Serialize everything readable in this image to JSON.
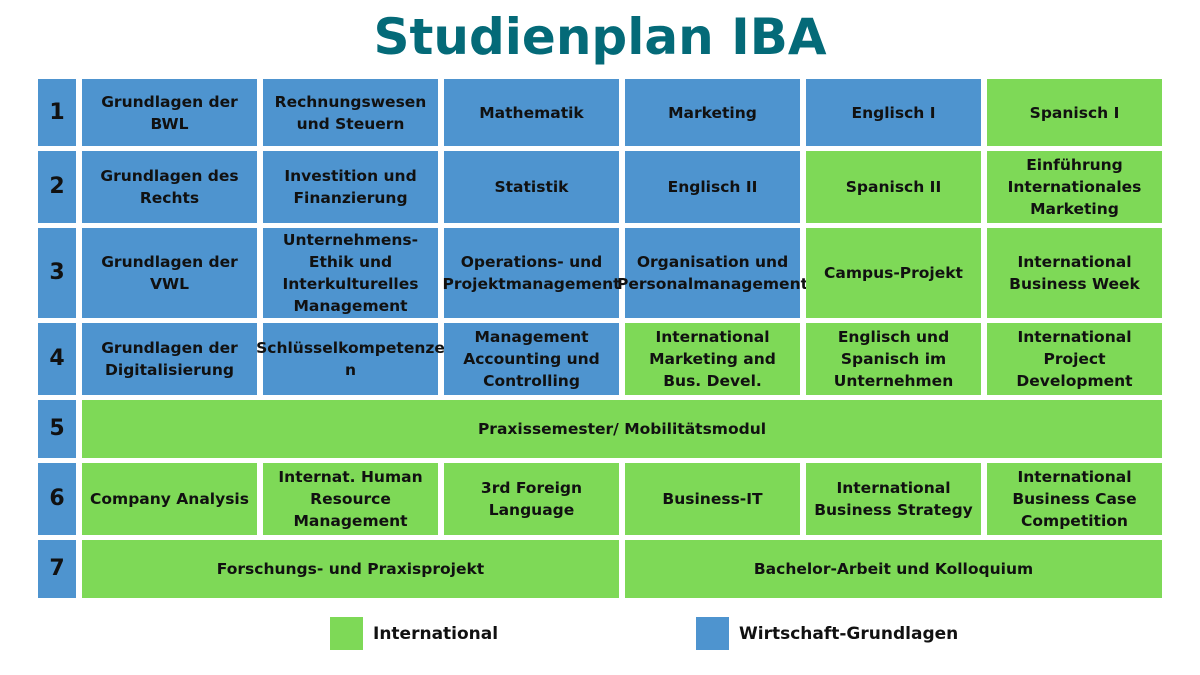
{
  "title": "Studienplan IBA",
  "colors": {
    "international": "#7ed957",
    "wirtschaft": "#4e94cf",
    "title": "#046a78"
  },
  "semesters": [
    {
      "number": "1",
      "modules": [
        {
          "text": "Grundlagen der BWL",
          "type": "blue",
          "span": 1
        },
        {
          "text": "Rechnungswesen und Steuern",
          "type": "blue",
          "span": 1
        },
        {
          "text": "Mathematik",
          "type": "blue",
          "span": 1
        },
        {
          "text": "Marketing",
          "type": "blue",
          "span": 1
        },
        {
          "text": "Englisch I",
          "type": "blue",
          "span": 1
        },
        {
          "text": "Spanisch I",
          "type": "green",
          "span": 1
        }
      ]
    },
    {
      "number": "2",
      "modules": [
        {
          "text": "Grundlagen des Rechts",
          "type": "blue",
          "span": 1
        },
        {
          "text": "Investition und Finanzierung",
          "type": "blue",
          "span": 1
        },
        {
          "text": "Statistik",
          "type": "blue",
          "span": 1
        },
        {
          "text": "Englisch II",
          "type": "blue",
          "span": 1
        },
        {
          "text": "Spanisch II",
          "type": "green",
          "span": 1
        },
        {
          "text": "Einführung Internationales Marketing",
          "type": "green",
          "span": 1
        }
      ]
    },
    {
      "number": "3",
      "modules": [
        {
          "text": "Grundlagen der VWL",
          "type": "blue",
          "span": 1
        },
        {
          "text": "Unternehmens-Ethik und Interkulturelles Management",
          "type": "blue",
          "span": 1
        },
        {
          "text": "Operations- und Projektmanagement",
          "type": "blue",
          "span": 1
        },
        {
          "text": "Organisation und Personalmanagement",
          "type": "blue",
          "span": 1
        },
        {
          "text": "Campus-Projekt",
          "type": "green",
          "span": 1
        },
        {
          "text": "International Business Week",
          "type": "green",
          "span": 1
        }
      ]
    },
    {
      "number": "4",
      "modules": [
        {
          "text": "Grundlagen der Digitalisierung",
          "type": "blue",
          "span": 1
        },
        {
          "text": "Schlüsselkompetenze n",
          "type": "blue",
          "span": 1
        },
        {
          "text": "Management Accounting und Controlling",
          "type": "blue",
          "span": 1
        },
        {
          "text": "International Marketing and Bus. Devel.",
          "type": "green",
          "span": 1
        },
        {
          "text": "Englisch und Spanisch im Unternehmen",
          "type": "green",
          "span": 1
        },
        {
          "text": "International Project Development",
          "type": "green",
          "span": 1
        }
      ]
    },
    {
      "number": "5",
      "modules": [
        {
          "text": "Praxissemester/ Mobilitätsmodul",
          "type": "green",
          "span": 6
        }
      ]
    },
    {
      "number": "6",
      "modules": [
        {
          "text": "Company Analysis",
          "type": "green",
          "span": 1
        },
        {
          "text": "Internat. Human Resource Management",
          "type": "green",
          "span": 1
        },
        {
          "text": "3rd Foreign Language",
          "type": "green",
          "span": 1
        },
        {
          "text": "Business-IT",
          "type": "green",
          "span": 1
        },
        {
          "text": "International Business Strategy",
          "type": "green",
          "span": 1
        },
        {
          "text": "International Business Case Competition",
          "type": "green",
          "span": 1
        }
      ]
    },
    {
      "number": "7",
      "modules": [
        {
          "text": "Forschungs- und Praxisprojekt",
          "type": "green",
          "span": 3
        },
        {
          "text": "Bachelor-Arbeit und Kolloquium",
          "type": "green",
          "span": 3
        }
      ]
    }
  ],
  "legend": {
    "international": "International",
    "wirtschaft": "Wirtschaft-Grundlagen"
  }
}
